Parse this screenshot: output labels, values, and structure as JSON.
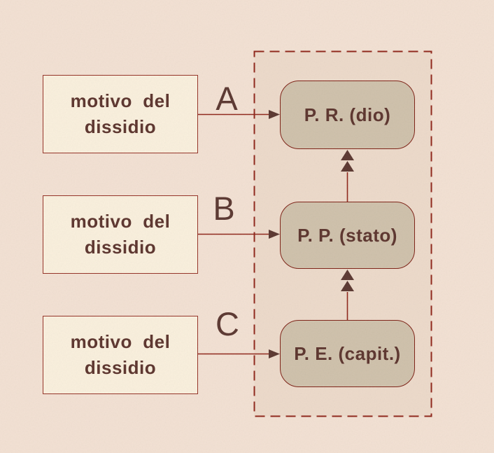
{
  "diagram": {
    "source_boxes": [
      {
        "label": "motivo  del\ndissidio"
      },
      {
        "label": "motivo  del\ndissidio"
      },
      {
        "label": "motivo  del\ndissidio"
      }
    ],
    "connectors": [
      {
        "label": "A"
      },
      {
        "label": "B"
      },
      {
        "label": "C"
      }
    ],
    "target_boxes": [
      {
        "label": "P. R. (dio)"
      },
      {
        "label": "P. P. (stato)"
      },
      {
        "label": "P. E. (capit.)"
      }
    ],
    "colors": {
      "page_background": "#f2e0d2",
      "dashed_area_fill": "#e8d4c1",
      "source_box_fill": "#f9efdc",
      "target_box_fill": "#cec0aa",
      "border_red": "#8e2418",
      "text_maroon": "#5b332c",
      "arrowhead_dark": "#5a362f"
    }
  }
}
